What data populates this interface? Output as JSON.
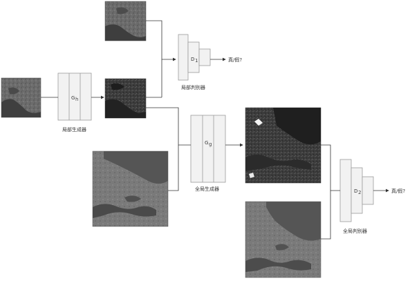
{
  "labels": {
    "local_generator": "局部生成器",
    "local_discriminator": "局部判别器",
    "global_generator": "全局生成器",
    "global_discriminator": "全局判别器",
    "real_fake_1": "真/假?",
    "real_fake_2": "真/假?"
  },
  "blocks": {
    "gh": {
      "base": "G",
      "sub": "h"
    },
    "gg": {
      "base": "G",
      "sub": "g"
    },
    "d1": {
      "base": "D",
      "sub": "1"
    },
    "d2": {
      "base": "D",
      "sub": "2"
    }
  },
  "colors": {
    "line": "#333333",
    "block_fill": "#f2f2f2",
    "block_stroke": "#9a9a9a",
    "text": "#333333"
  }
}
